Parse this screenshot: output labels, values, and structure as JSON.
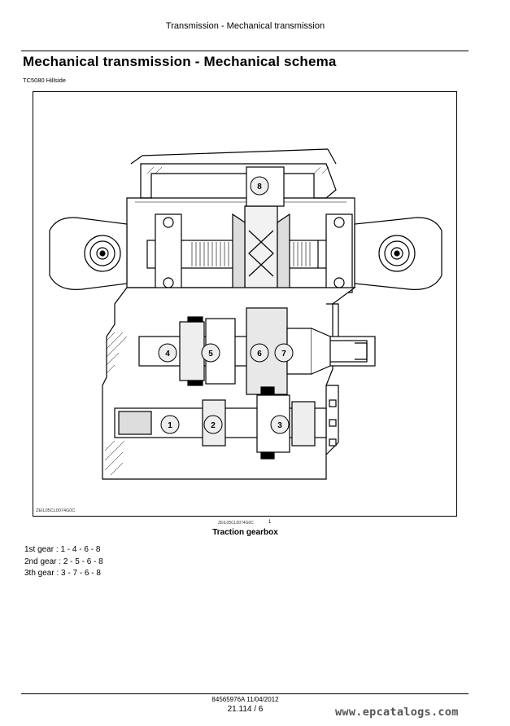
{
  "header": {
    "section_title": "Transmission - Mechanical transmission"
  },
  "page": {
    "title": "Mechanical transmission - Mechanical schema",
    "model": "TC5080 Hillside"
  },
  "figure": {
    "code_inside": "ZEIL05CL0074G0C",
    "code_below": "ZEIL05CL0074G0C",
    "number": "1",
    "caption": "Traction gearbox",
    "callouts": [
      "1",
      "2",
      "3",
      "4",
      "5",
      "6",
      "7",
      "8"
    ]
  },
  "gears": [
    "1st gear :  1 - 4 - 6 - 8",
    "2nd gear :  2 - 5 - 6 - 8",
    "3th gear :  3 - 7 - 6 - 8"
  ],
  "footer": {
    "doc_ref": "84565976A 11/04/2012",
    "page_number": "21.114 / 6",
    "watermark": "www.epcatalogs.com"
  }
}
